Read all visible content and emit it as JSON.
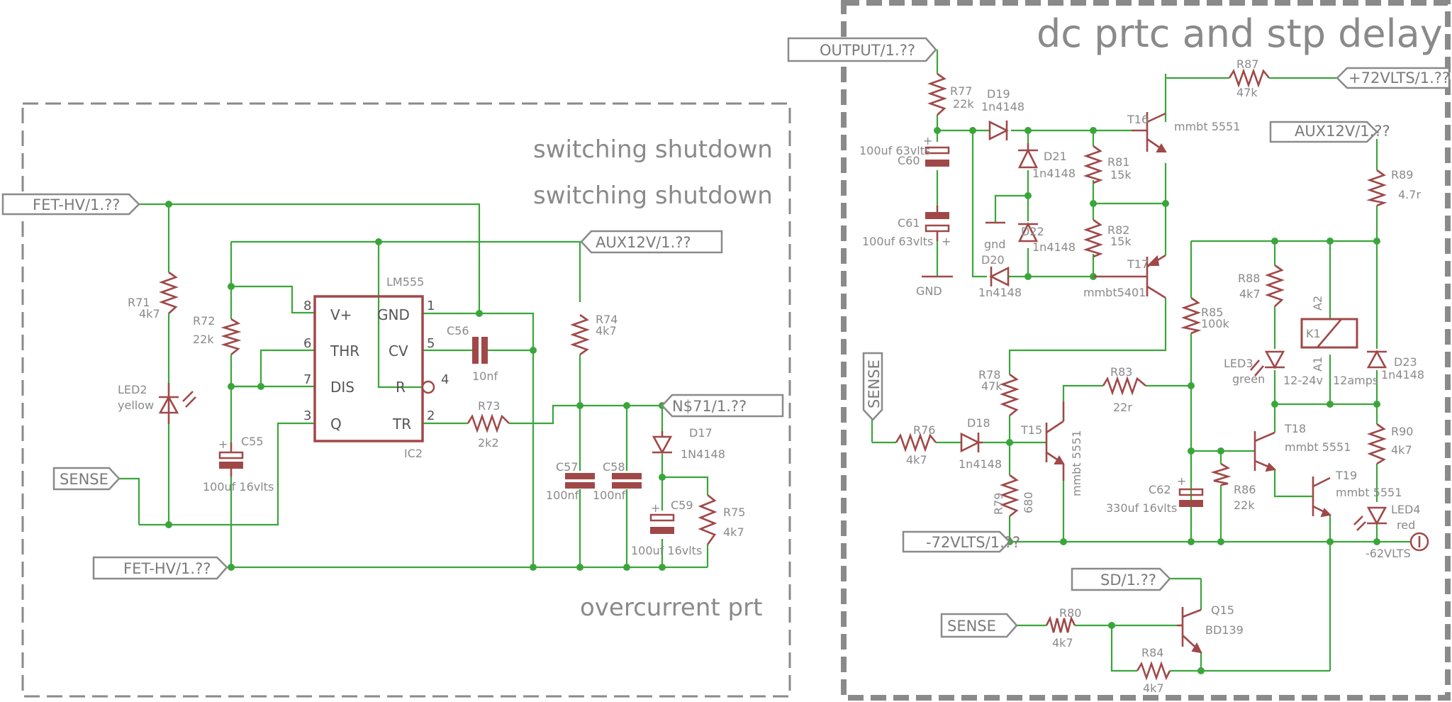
{
  "titles": {
    "dc_prtc": "dc prtc and stp delay",
    "switching_1": "switching shutdown",
    "switching_2": "switching shutdown",
    "overcurrent": "overcurrent prt"
  },
  "ports": {
    "fet_hv_top": "FET-HV/1.??",
    "aux12v_left": "AUX12V/1.??",
    "sense_left": "SENSE",
    "fet_hv_bottom": "FET-HV/1.??",
    "n71": "N$71/1.??",
    "output": "OUTPUT/1.??",
    "plus72v": "+72VLTS/1.??",
    "aux12v_right": "AUX12V/1.??",
    "sense_mid": "SENSE",
    "minus72v": "-72VLTS/1.??",
    "sd": "SD/1.??",
    "sense_bottom": "SENSE",
    "minus62v": "-62VLTS"
  },
  "ic2": {
    "type": "LM555",
    "name": "IC2",
    "pins": {
      "vplus": "V+",
      "gnd": "GND",
      "thr": "THR",
      "cv": "CV",
      "dis": "DIS",
      "r": "R",
      "q": "Q",
      "tr": "TR",
      "n8": "8",
      "n1": "1",
      "n6": "6",
      "n5": "5",
      "n7": "7",
      "n4": "4",
      "n3": "3",
      "n2": "2"
    }
  },
  "components": {
    "R71": {
      "name": "R71",
      "value": "4k7"
    },
    "R72": {
      "name": "R72",
      "value": "22k"
    },
    "LED2": {
      "name": "LED2",
      "value": "yellow"
    },
    "C55": {
      "name": "C55",
      "value": "100uf 16vlts"
    },
    "C56": {
      "name": "C56",
      "value": "10nf"
    },
    "R73": {
      "name": "R73",
      "value": "2k2"
    },
    "R74": {
      "name": "R74",
      "value": "4k7"
    },
    "C57": {
      "name": "C57",
      "value": "100nf"
    },
    "C58": {
      "name": "C58",
      "value": "100nf"
    },
    "D17": {
      "name": "D17",
      "value": "1N4148"
    },
    "C59": {
      "name": "C59",
      "value": "100uf 16vlts"
    },
    "R75": {
      "name": "R75",
      "value": "4k7"
    },
    "R77": {
      "name": "R77",
      "value": "22k"
    },
    "D19": {
      "name": "D19",
      "value": "1n4148"
    },
    "C60": {
      "name": "C60",
      "value": "100uf 63vlts"
    },
    "C61": {
      "name": "C61",
      "value": "100uf 63vlts"
    },
    "GND": {
      "name": "GND"
    },
    "gnd": {
      "name": "gnd"
    },
    "D21": {
      "name": "D21",
      "value": "1n4148"
    },
    "D22": {
      "name": "D22",
      "value": "1n4148"
    },
    "D20": {
      "name": "D20",
      "value": "1n4148"
    },
    "R81": {
      "name": "R81",
      "value": "15k"
    },
    "R82": {
      "name": "R82",
      "value": "15k"
    },
    "T16": {
      "name": "T16",
      "value": "mmbt 5551"
    },
    "T17": {
      "name": "T17",
      "value": "mmbt5401"
    },
    "R87": {
      "name": "R87",
      "value": "47k"
    },
    "R89": {
      "name": "R89",
      "value": "4.7r"
    },
    "R88": {
      "name": "R88",
      "value": "4k7"
    },
    "R85": {
      "name": "R85",
      "value": "100k"
    },
    "K1": {
      "name": "K1",
      "a1": "A1",
      "a2": "A2",
      "coil": "12-24v",
      "contact": "12amps"
    },
    "LED3": {
      "name": "LED3",
      "value": "green"
    },
    "D23": {
      "name": "D23",
      "value": "1n4148"
    },
    "R78": {
      "name": "R78",
      "value": "47k"
    },
    "R83": {
      "name": "R83",
      "value": "22r"
    },
    "R76": {
      "name": "R76",
      "value": "4k7"
    },
    "D18": {
      "name": "D18",
      "value": "1n4148"
    },
    "T15": {
      "name": "T15",
      "value": "mmbt 5551"
    },
    "R79": {
      "name": "R79",
      "value": "680"
    },
    "C62": {
      "name": "C62",
      "value": "330uf 16vlts"
    },
    "R86": {
      "name": "R86",
      "value": "22k"
    },
    "T18": {
      "name": "T18",
      "value": "mmbt 5551"
    },
    "T19": {
      "name": "T19",
      "value": "mmbt 5551"
    },
    "R90": {
      "name": "R90",
      "value": "4k7"
    },
    "LED4": {
      "name": "LED4",
      "value": "red"
    },
    "R80": {
      "name": "R80",
      "value": "4k7"
    },
    "Q15": {
      "name": "Q15",
      "value": "BD139"
    },
    "R84": {
      "name": "R84",
      "value": "4k7"
    }
  },
  "colors": {
    "wire": "#3aa63a",
    "component": "#a04848",
    "frame": "#8a8a8a"
  }
}
